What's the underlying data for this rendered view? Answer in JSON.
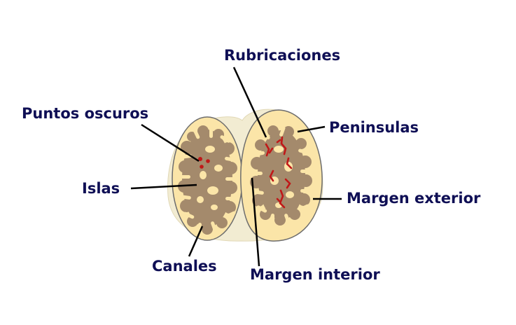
{
  "labels": {
    "rubricaciones": "Rubricaciones",
    "puntos_oscuros": "Puntos oscuros",
    "peninsulas": "Peninsulas",
    "islas": "Islas",
    "margen_exterior": "Margen exterior",
    "canales": "Canales",
    "margen_interior": "Margen interior"
  },
  "colors": {
    "shell_outer": "#f2ecd2",
    "cell_fill": "#fbe5a8",
    "cell_outline": "#6d6d6d",
    "pattern": "#a48a6c",
    "dots": "#c01818",
    "label_text": "#0f0f55",
    "leader_line": "#000000"
  }
}
